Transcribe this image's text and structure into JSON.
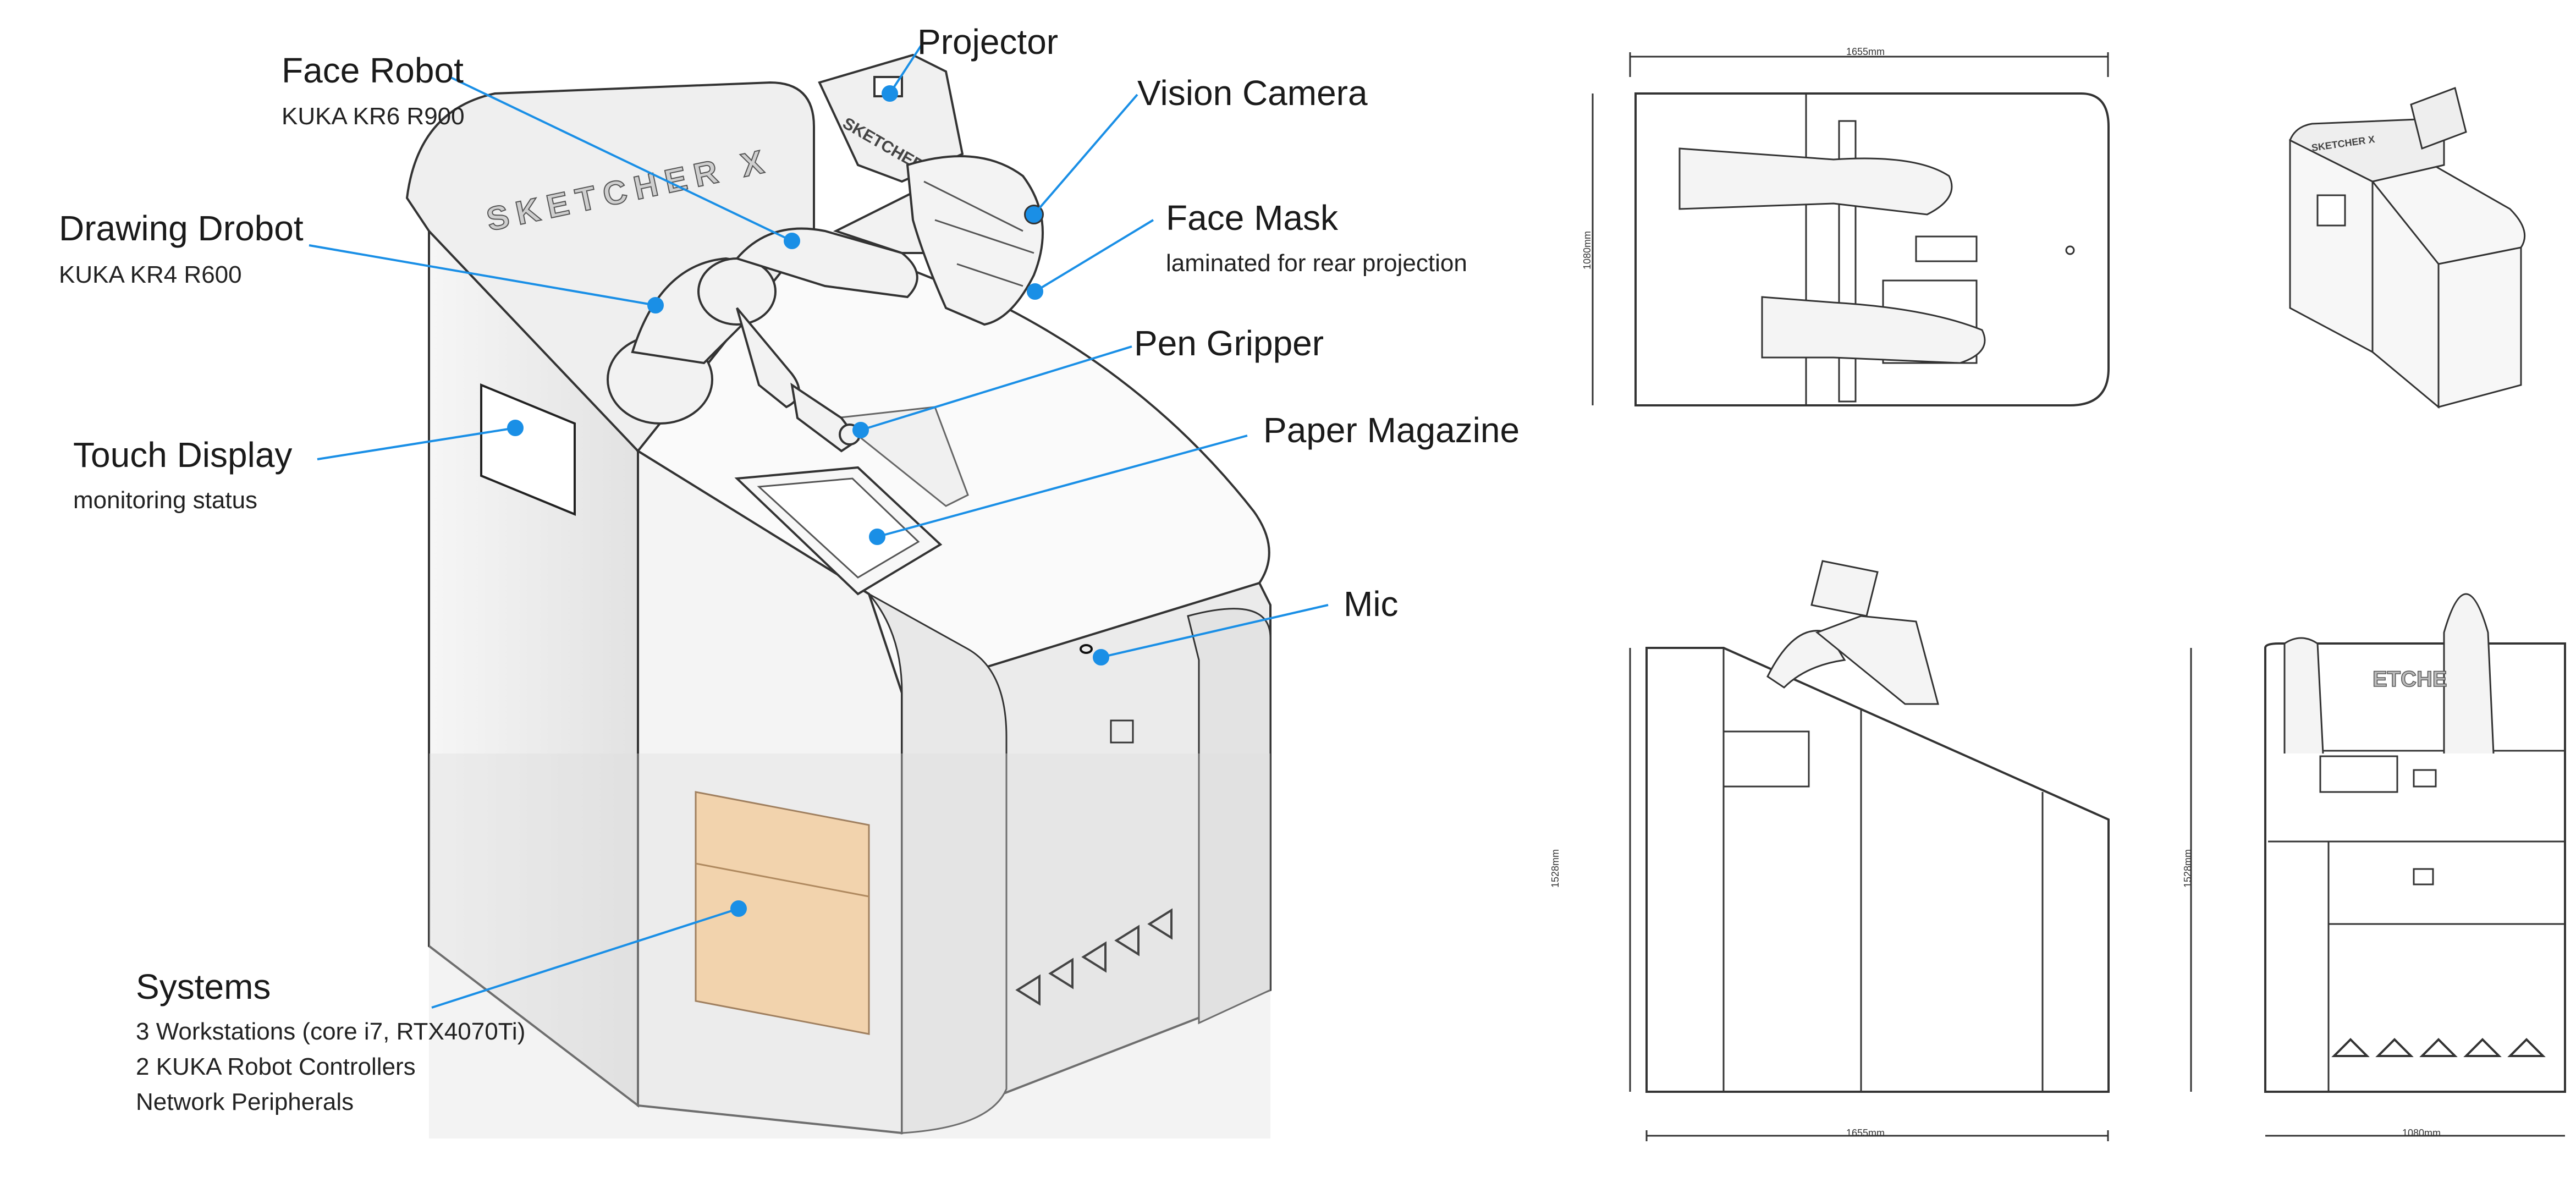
{
  "callouts": {
    "projector": {
      "title": "Projector"
    },
    "face_robot": {
      "title": "Face Robot",
      "sub": "KUKA KR6 R900"
    },
    "vision_camera": {
      "title": "Vision Camera"
    },
    "drawing_robot": {
      "title": "Drawing Drobot",
      "sub": "KUKA KR4 R600"
    },
    "face_mask": {
      "title": "Face Mask",
      "sub": "laminated for rear projection"
    },
    "pen_gripper": {
      "title": "Pen Gripper"
    },
    "touch_display": {
      "title": "Touch Display",
      "sub": "monitoring status"
    },
    "paper_magazine": {
      "title": "Paper Magazine"
    },
    "mic": {
      "title": "Mic"
    },
    "systems": {
      "title": "Systems",
      "lines": [
        "3 Workstations (core i7, RTX4070Ti)",
        "2 KUKA Robot Controllers",
        "Network Peripherals"
      ]
    }
  },
  "branding": {
    "logo": "SKETCHER X",
    "logo_partial": "ETCHE"
  },
  "dimensions": {
    "top_width": "1655mm",
    "top_depth": "1080mm",
    "side_width": "1655mm",
    "side_height": "1528mm",
    "front_width": "1080mm",
    "front_height": "1528mm"
  },
  "colors": {
    "callout_line": "#1a8fe6",
    "accent_wood": "#f2d3ad",
    "outline": "#333333"
  }
}
